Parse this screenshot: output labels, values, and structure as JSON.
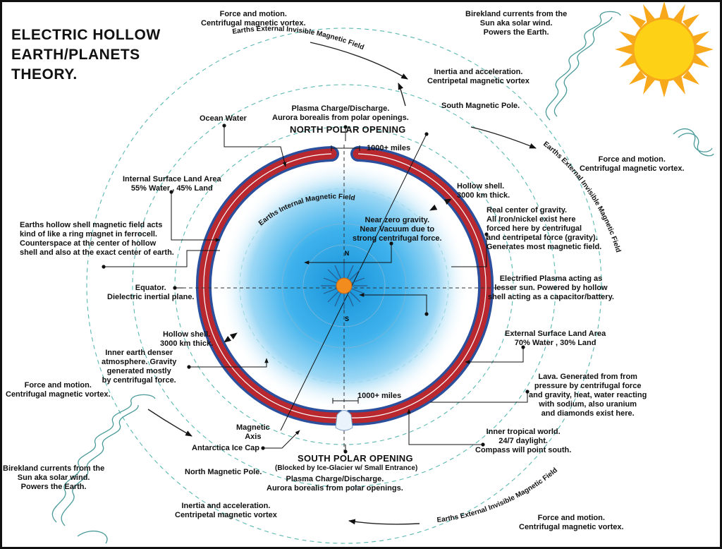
{
  "title_lines": [
    "ELECTRIC HOLLOW",
    "EARTH/PLANETS",
    "THEORY."
  ],
  "labels": {
    "force_top": [
      "Force and motion.",
      "Centrifugal magnetic vortex."
    ],
    "birkeland_top": [
      "Birekland currents from the",
      "Sun aka solar wind.",
      "Powers the Earth."
    ],
    "inertia_top": [
      "Inertia and acceleration.",
      "Centripetal magnetic vortex"
    ],
    "south_magnetic_pole": [
      "South Magnetic Pole."
    ],
    "force_right": [
      "Force and motion.",
      "Centrifugal magnetic vortex."
    ],
    "plasma_top": [
      "Plasma Charge/Discharge.",
      "Aurora borealis from polar openings."
    ],
    "north_polar_opening": [
      "NORTH POLAR OPENING"
    ],
    "ocean_water": [
      "Ocean Water"
    ],
    "miles_top": [
      "1000+ miles"
    ],
    "internal_surface": [
      "Internal Surface Land Area",
      "55% Water , 45% Land"
    ],
    "hollow_shell_right": [
      "Hollow shell.",
      "3000 km thick."
    ],
    "near_zero": [
      "Near zero gravity.",
      "Near Vacuum due to",
      "strong centrifugal force."
    ],
    "real_center": [
      "Real center of gravity.",
      "All Iron/nickel exist here",
      "forced here by centrifugal",
      "and centripetal force (gravity).",
      "Generates most magnetic field."
    ],
    "ring_magnet": [
      "Earths hollow shell magnetic field acts",
      "kind of like a ring magnet in ferrocell.",
      "Counterspace at the center of hollow",
      "shell and also at the exact center of earth."
    ],
    "electrified_plasma": [
      "Electrified Plasma acting as",
      "lesser sun. Powered by hollow",
      "shell acting as a capacitor/battery."
    ],
    "equator": [
      "Equator.",
      "Dielectric inertial plane."
    ],
    "hollow_shell_left": [
      "Hollow shell.",
      "3000 km thick."
    ],
    "external_surface": [
      "External Surface Land Area",
      "70% Water , 30% Land"
    ],
    "inner_atmosphere": [
      "Inner earth denser",
      "atmosphere. Gravity",
      "generated mostly",
      "by centrifugal force."
    ],
    "force_left": [
      "Force and motion.",
      "Centrifugal magnetic vortex."
    ],
    "lava": [
      "Lava. Generated from from",
      "pressure by centrifugal force",
      "and gravity, heat, water reacting",
      "with sodium, also uranium",
      "and diamonds exist here."
    ],
    "miles_bottom": [
      "1000+ miles"
    ],
    "magnetic_axis": [
      "Magnetic",
      "Axis"
    ],
    "antarctica": [
      "Antarctica Ice Cap"
    ],
    "inner_tropical": [
      "Inner tropical world.",
      "24/7 daylight.",
      "Compass will point south."
    ],
    "south_polar_opening": [
      "SOUTH POLAR OPENING"
    ],
    "blocked": [
      "(Blocked by Ice-Glacier w/ Small Entrance)"
    ],
    "birkeland_bottom": [
      "Birekland currents from the",
      "Sun aka solar wind.",
      "Powers the Earth."
    ],
    "north_magnetic_pole": [
      "North Magnetic Pole."
    ],
    "plasma_bottom": [
      "Plasma Charge/Discharge.",
      "Aurora borealis from polar openings."
    ],
    "inertia_bottom": [
      "Inertia and acceleration.",
      "Centripetal magnetic vortex"
    ],
    "force_bottom": [
      "Force and motion.",
      "Centrifugal magnetic vortex."
    ]
  },
  "curved_labels": {
    "external_field_top": "Earths External Invisible Magnetic Field",
    "external_field_right": "Earths External Invisible Magnetic Field",
    "external_field_bottom": "Earths External Invisible Magnetic Field",
    "internal_field": "Earths Internal Magnetic Field"
  },
  "compass": {
    "north": "N",
    "south": "S"
  },
  "colors": {
    "shell_red": "#b8282e",
    "shell_blue": "#2a4f9c",
    "plasma_blue": "#29a8e0",
    "field_teal": "#5ab8b0",
    "sun_yellow": "#fcd116",
    "sun_orange": "#f7a81b",
    "core_orange": "#f28c1e"
  }
}
